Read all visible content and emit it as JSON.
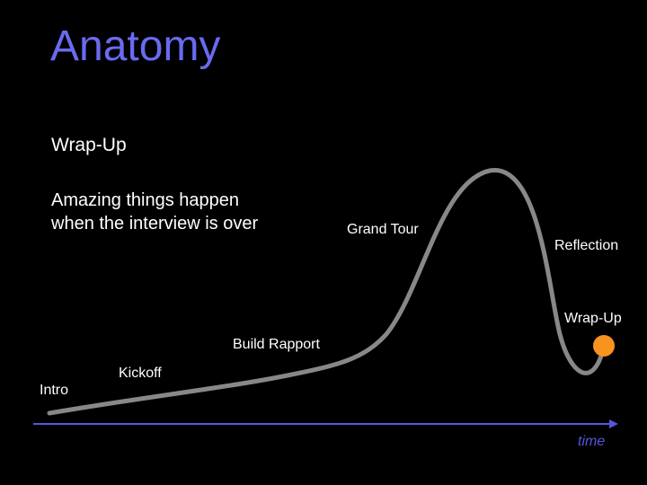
{
  "slide": {
    "title": "Anatomy",
    "subtitle": "Wrap-Up",
    "body": "Amazing things happen when the interview is over"
  },
  "diagram": {
    "stages": [
      {
        "id": "intro",
        "label": "Intro"
      },
      {
        "id": "kickoff",
        "label": "Kickoff"
      },
      {
        "id": "build-rapport",
        "label": "Build Rapport"
      },
      {
        "id": "grand-tour",
        "label": "Grand Tour"
      },
      {
        "id": "reflection",
        "label": "Reflection"
      },
      {
        "id": "wrap-up",
        "label": "Wrap-Up"
      }
    ],
    "highlighted_stage": "wrap-up",
    "axis_label": "time"
  },
  "colors": {
    "background": "#000000",
    "title": "#6a6af0",
    "text": "#ffffff",
    "curve": "#888888",
    "axis": "#5555dd",
    "axis_label": "#5555dd",
    "marker": "#f7931e"
  }
}
